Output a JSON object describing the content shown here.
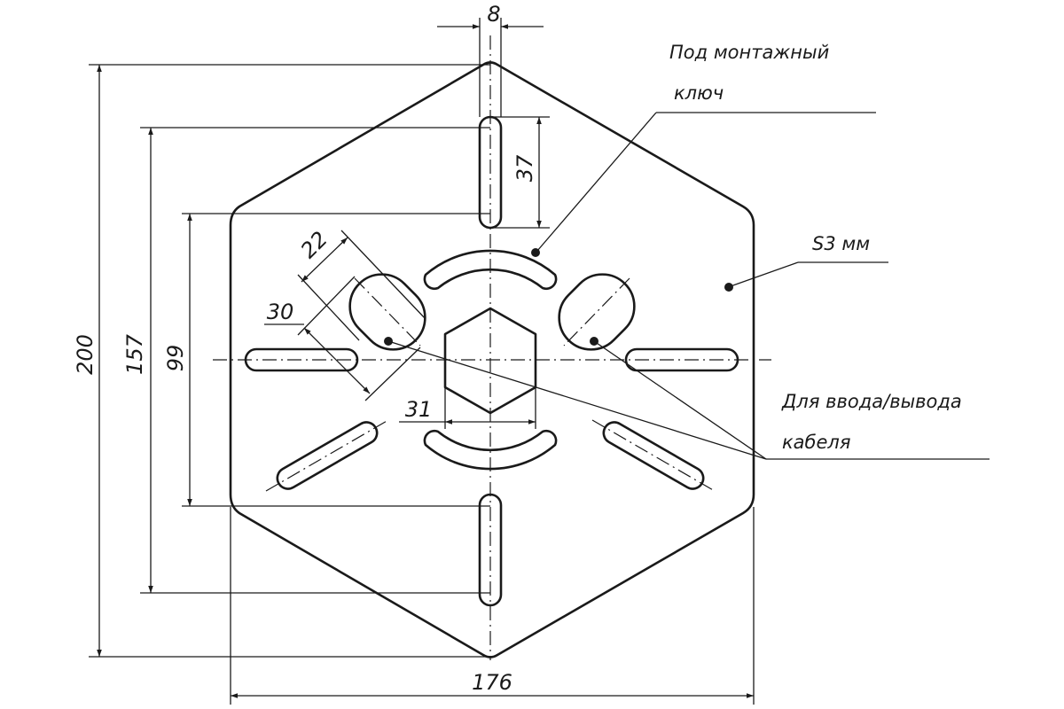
{
  "dimensions": {
    "slot_width": "8",
    "total_height": "200",
    "slot_span_height": "157",
    "inner_span_height": "99",
    "slot_length": "37",
    "oval_width": "22",
    "oval_length": "30",
    "hex_width": "31",
    "total_width": "176"
  },
  "notes": {
    "wrench_line1": "Под монтажный",
    "wrench_line2": "ключ",
    "thickness": "S3 мм",
    "cable_line1": "Для ввода/вывода",
    "cable_line2": "кабеля"
  },
  "colors": {
    "line": "#1a1a1a",
    "background": "#ffffff"
  }
}
